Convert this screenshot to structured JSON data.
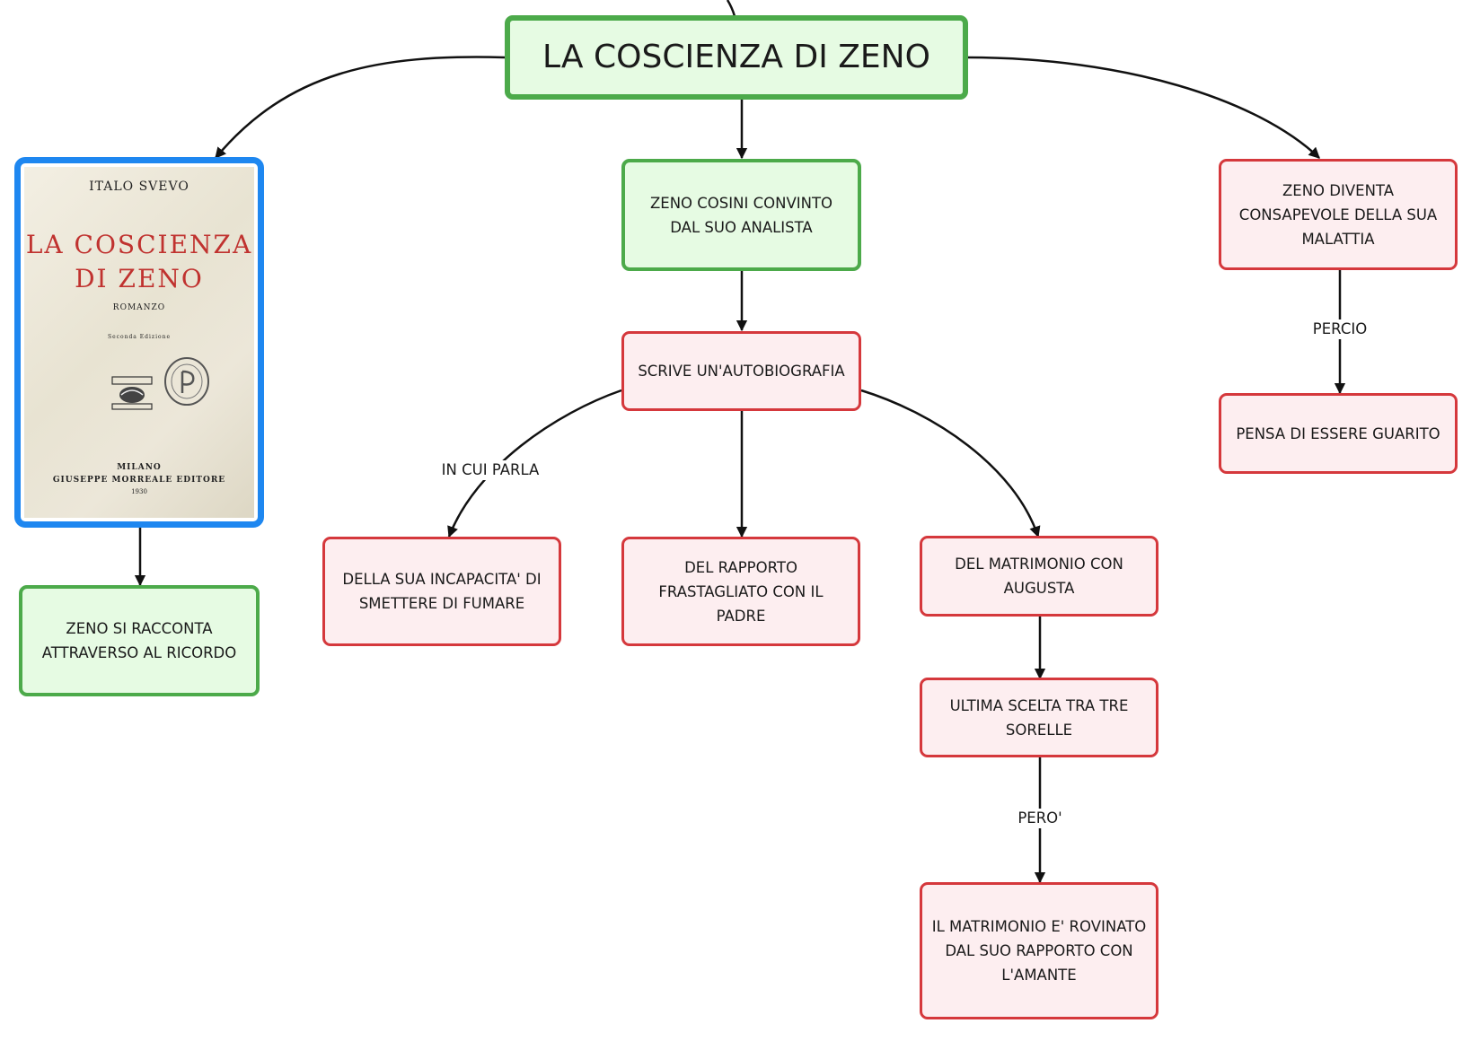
{
  "root": {
    "title": "LA COSCIENZA DI ZENO"
  },
  "book_cover": {
    "author": "ITALO SVEVO",
    "title_line1": "LA COSCIENZA",
    "title_line2": "DI ZENO",
    "genre": "ROMANZO",
    "edition": "Seconda Edizione",
    "city": "MILANO",
    "publisher": "GIUSEPPE MORREALE EDITORE",
    "year": "1930"
  },
  "nodes": {
    "racconta": "ZENO SI RACCONTA ATTRAVERSO AL RICORDO",
    "convinto": "ZENO COSINI CONVINTO DAL SUO ANALISTA",
    "autobiografia": "SCRIVE UN'AUTOBIOGRAFIA",
    "fumare": "DELLA SUA INCAPACITA' DI SMETTERE DI FUMARE",
    "padre": "DEL RAPPORTO FRASTAGLIATO CON IL PADRE",
    "matrimonio": "DEL MATRIMONIO CON AUGUSTA",
    "scelta": "ULTIMA SCELTA TRA TRE SORELLE",
    "rovinato": "IL MATRIMONIO E' ROVINATO DAL SUO RAPPORTO CON L'AMANTE",
    "consapevole": "ZENO DIVENTA CONSAPEVOLE DELLA SUA MALATTIA",
    "guarito": "PENSA DI ESSERE GUARITO"
  },
  "edge_labels": {
    "in_cui_parla": "IN CUI PARLA",
    "pero": "PERO'",
    "percio": "PERCIO"
  },
  "colors": {
    "green_fill": "#e6fbe3",
    "green_border": "#4caa4a",
    "red_fill": "#fdeef0",
    "red_border": "#d5383c",
    "image_border": "#1e87f0",
    "edge": "#111111"
  }
}
